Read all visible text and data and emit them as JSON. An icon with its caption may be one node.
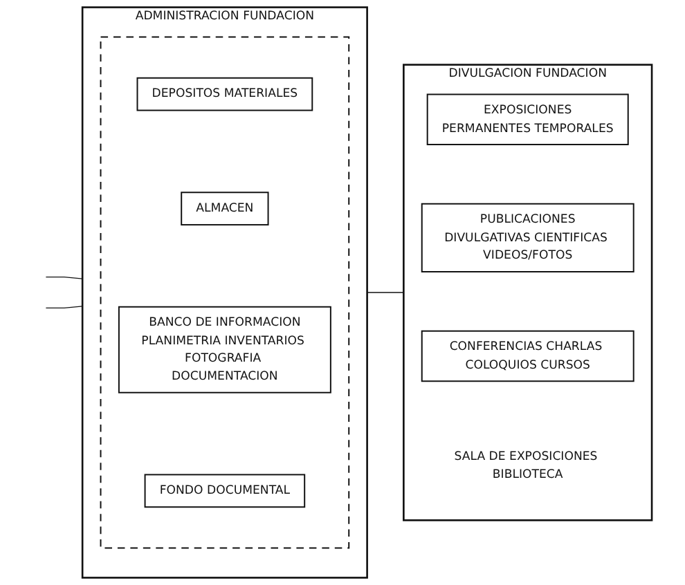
{
  "diagram": {
    "nodes": [
      {
        "text": [
          "ADMINISTRACION FUNDACION"
        ]
      },
      {
        "text": [],
        "shape": "box",
        "in": 0
      },
      {
        "text": [
          "DEPOSITOS MATERIALES"
        ],
        "in": 1
      },
      {
        "text": [
          "ALMACEN"
        ],
        "in": 1
      },
      {
        "text": [
          "BANCO DE INFORMACION",
          "PLANIMETRIA INVENTARIOS FOTOGRAFIA DOCUMENTACION"
        ],
        "in": 1
      },
      {
        "text": [
          "FONDO DOCUMENTAL"
        ],
        "in": 1
      },
      {
        "text": [
          "DIVULGACION FUNDACION"
        ]
      },
      {
        "text": [
          "EXPOSICIONES",
          "PERMANENTES TEMPORALES"
        ],
        "in": 6
      },
      {
        "text": [
          "PUBLICACIONES",
          "DIVULGATIVAS CIENTIFICAS VIDEOS/FOTOS"
        ],
        "in": 6
      },
      {
        "text": [
          "CONFERENCIAS CHARLAS COLOQUIOS CURSOS"
        ],
        "in": 6
      },
      {
        "text": [
          "SALA DE EXPOSICIONES BIBLIOTECA"
        ],
        "in": 6
      }
    ],
    "edges": [
      {
        "from": null,
        "to": 0,
        "arrow": "none"
      },
      {
        "from": null,
        "to": 0,
        "arrow": "none"
      },
      {
        "from": 0,
        "to": 6,
        "arrow": "none"
      }
    ]
  }
}
